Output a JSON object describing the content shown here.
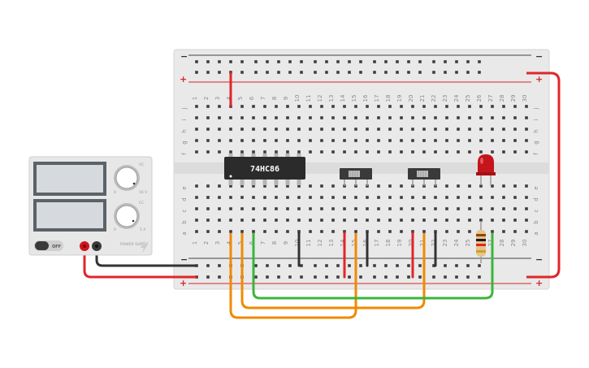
{
  "breadboard": {
    "columns": [
      "1",
      "2",
      "3",
      "4",
      "5",
      "6",
      "7",
      "8",
      "9",
      "10",
      "11",
      "12",
      "13",
      "14",
      "15",
      "16",
      "17",
      "18",
      "19",
      "20",
      "21",
      "22",
      "23",
      "24",
      "25",
      "26",
      "27",
      "28",
      "29",
      "30"
    ],
    "rows_top": [
      "j",
      "i",
      "h",
      "g",
      "f"
    ],
    "rows_bottom": [
      "e",
      "d",
      "c",
      "b",
      "a"
    ],
    "rail_minus": "−",
    "rail_plus": "+"
  },
  "ic": {
    "label": "74HC86"
  },
  "power_supply": {
    "off_label": "OFF",
    "voltage_knob_label": "VC",
    "current_knob_label": "CC",
    "voltage_max": "16 V",
    "current_max": "5 A",
    "voltage_min": "0",
    "current_min": "0",
    "brand": "POWER SUPPLY"
  },
  "colors": {
    "wire_red": "#e0262a",
    "wire_black": "#333333",
    "wire_orange": "#f08a00",
    "wire_green": "#3bb53b",
    "led": "#c5141b",
    "rail_red": "#d62828",
    "rail_dark": "#444444"
  },
  "components": [
    {
      "name": "ic-74hc86",
      "type": "chip"
    },
    {
      "name": "slide-switch-a",
      "type": "switch"
    },
    {
      "name": "slide-switch-b",
      "type": "switch"
    },
    {
      "name": "red-led",
      "type": "led"
    },
    {
      "name": "resistor",
      "type": "resistor"
    }
  ]
}
